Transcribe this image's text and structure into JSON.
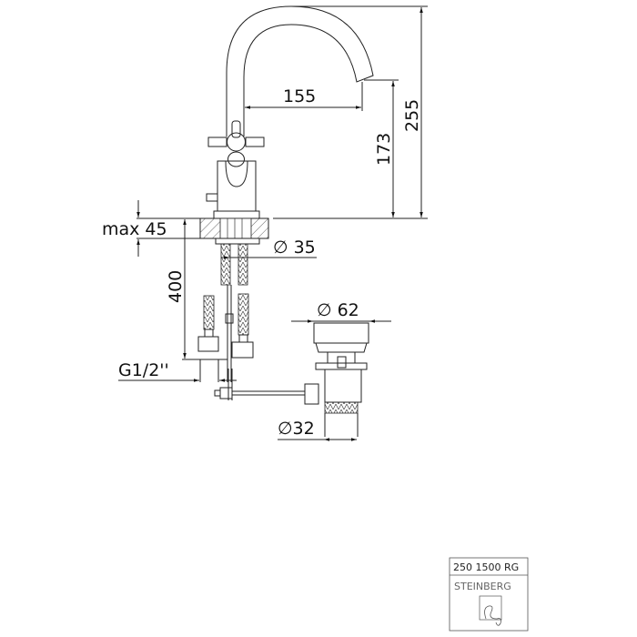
{
  "dimensions": {
    "spout_reach": "155",
    "spout_height": "173",
    "total_height": "255",
    "max_counter": "max 45",
    "hose_length": "400",
    "hole_diameter": "∅ 35",
    "drain_diameter": "∅ 62",
    "connection": "G1/2''",
    "waste_diameter": "∅32"
  },
  "title_block": {
    "product_code": "250 1500 RG",
    "brand": "STEINBERG"
  }
}
